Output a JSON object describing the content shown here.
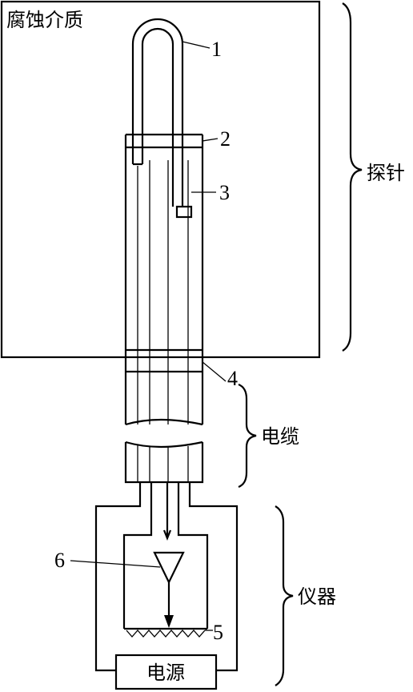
{
  "labels": {
    "medium": "腐蚀介质",
    "probe": "探针",
    "cable": "电缆",
    "instrument": "仪器",
    "power": "电源"
  },
  "callouts": [
    "1",
    "2",
    "3",
    "4",
    "5",
    "6"
  ]
}
